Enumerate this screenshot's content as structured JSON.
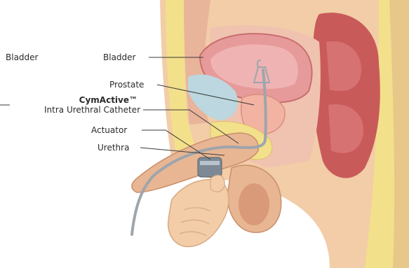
{
  "labels": {
    "bladder_left": "Bladder",
    "bladder": "Bladder",
    "prostate": "Prostate",
    "catheter_brand": "CymActive™",
    "catheter_name": "Intra Urethral Catheter",
    "actuator": "Actuator",
    "urethra": "Urethra"
  },
  "colors": {
    "skin": "#f2cda8",
    "skin_shadow": "#e3b08a",
    "fat_yellow": "#f3e08a",
    "muscle_red": "#cf6b6b",
    "bladder_pink": "#e79a9a",
    "bowel_red": "#c95a5a",
    "prostate_pink": "#f2b3a3",
    "vesicle_blue": "#bcd7df",
    "catheter_gray": "#9ea5ab",
    "leader_line": "#3a3a3a"
  }
}
